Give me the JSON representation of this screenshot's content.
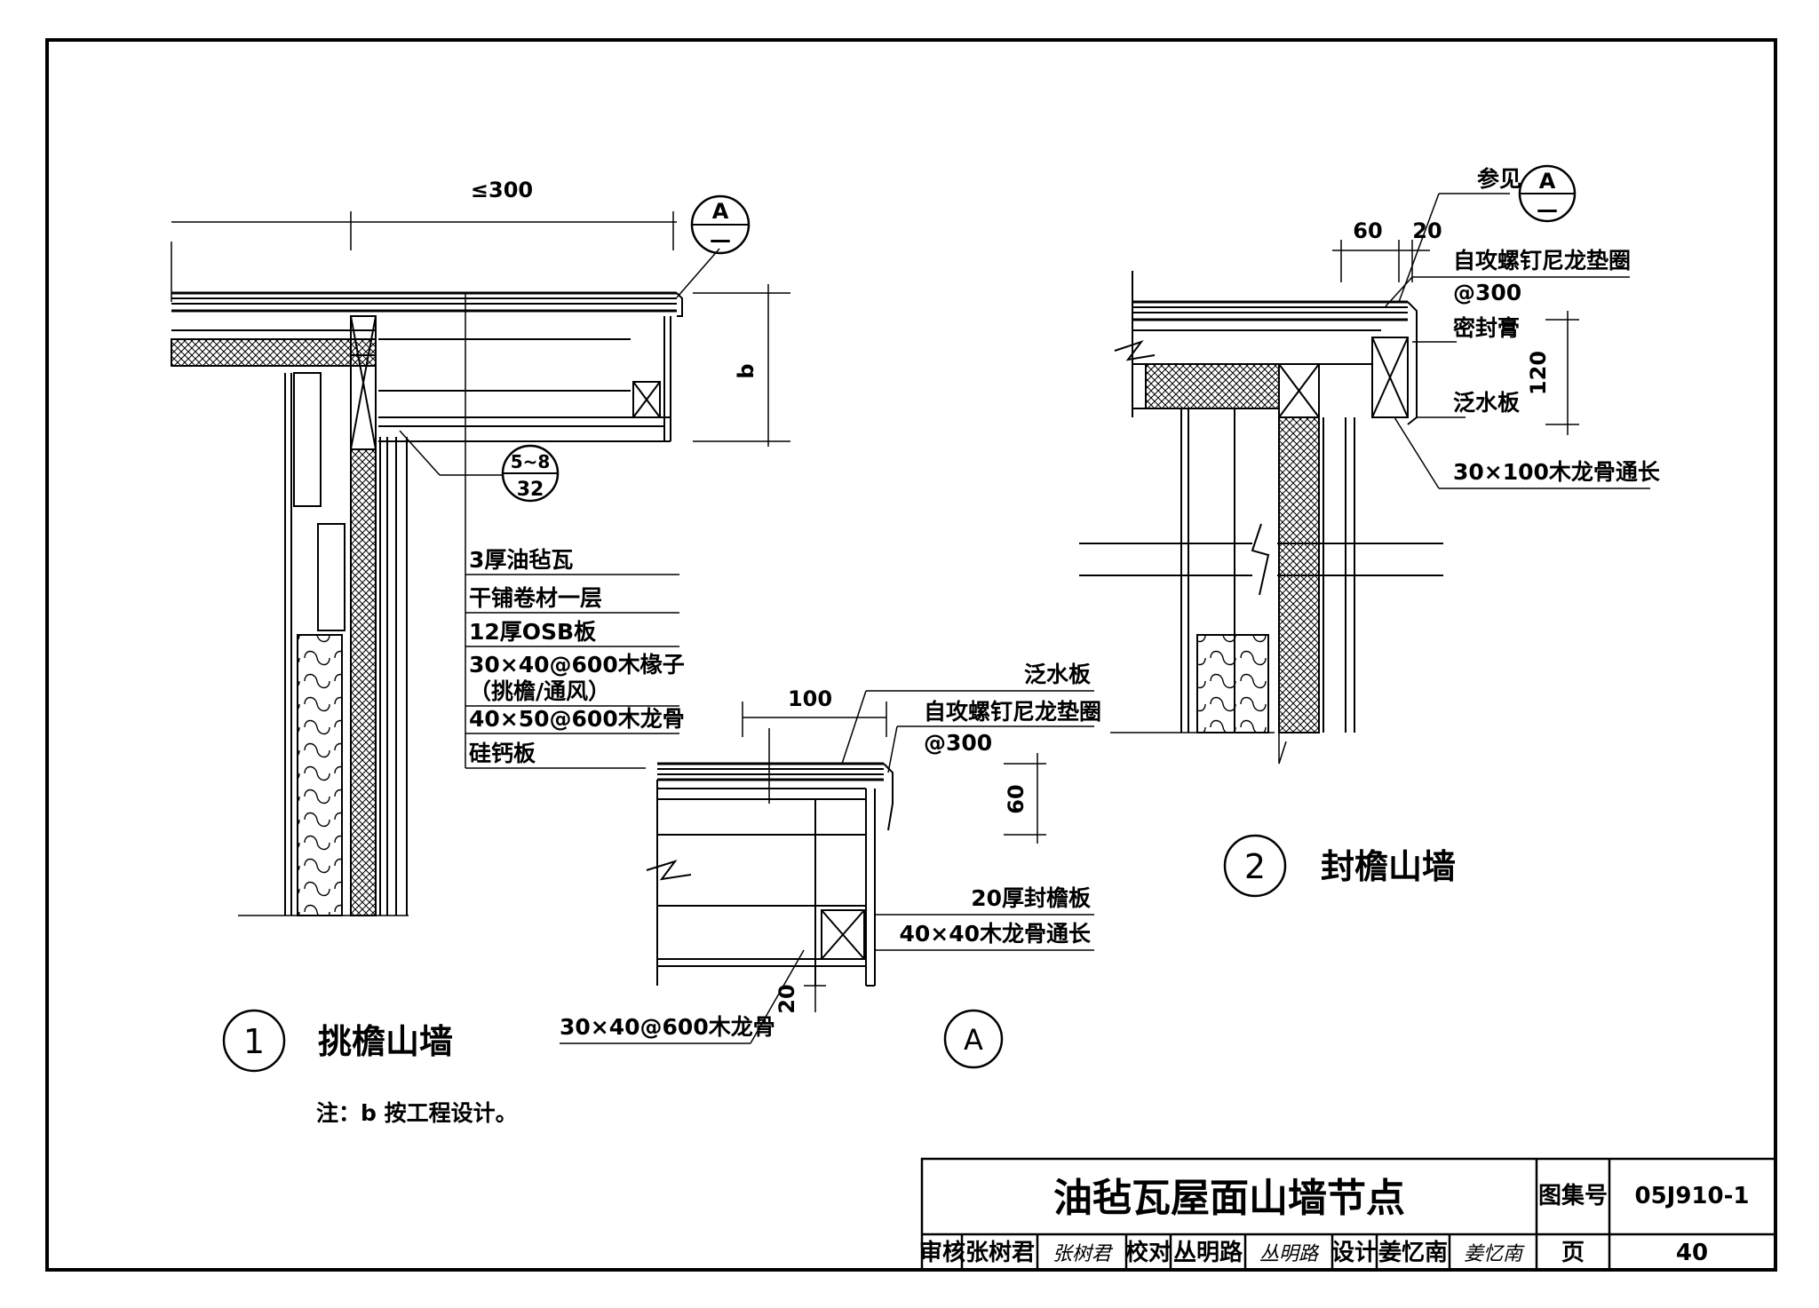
{
  "detail1": {
    "number": "1",
    "title": "挑檐山墙",
    "dim_top": "≤300",
    "dim_height": "b",
    "ref_top": "A",
    "ref_top_sub": "—",
    "ref_node_top": "5~8",
    "ref_node_bottom": "32",
    "layers": [
      "3厚油毡瓦",
      "干铺卷材一层",
      "12厚OSB板",
      "30×40@600木椽子",
      "（挑檐/通风）",
      "40×50@600木龙骨",
      "硅钙板"
    ],
    "note": "注：b 按工程设计。"
  },
  "detailA": {
    "number": "A",
    "dim_width": "100",
    "dim_height": "60",
    "dim_gap": "20",
    "labels": {
      "flashing": "泛水板",
      "screw": "自攻螺钉尼龙垫圈",
      "screw_spacing": "@300",
      "fascia": "20厚封檐板",
      "joist": "40×40木龙骨通长",
      "rafter": "30×40@600木龙骨"
    }
  },
  "detail2": {
    "number": "2",
    "title": "封檐山墙",
    "see_label": "参见",
    "ref": "A",
    "ref_sub": "—",
    "dim_60": "60",
    "dim_20": "20",
    "dim_120": "120",
    "labels": {
      "screw": "自攻螺钉尼龙垫圈",
      "screw_spacing": "@300",
      "sealant": "密封膏",
      "flashing": "泛水板",
      "joist": "30×100木龙骨通长"
    }
  },
  "title_block": {
    "title": "油毡瓦屋面山墙节点",
    "atlas_label": "图集号",
    "atlas_no": "05J910-1",
    "review_label": "审核",
    "reviewer": "张树君",
    "check_label": "校对",
    "checker": "丛明路",
    "design_label": "设计",
    "designer": "姜忆南",
    "page_label": "页",
    "page_no": "40",
    "sig_reviewer": "张树君",
    "sig_checker": "丛明路",
    "sig_designer": "姜忆南"
  }
}
